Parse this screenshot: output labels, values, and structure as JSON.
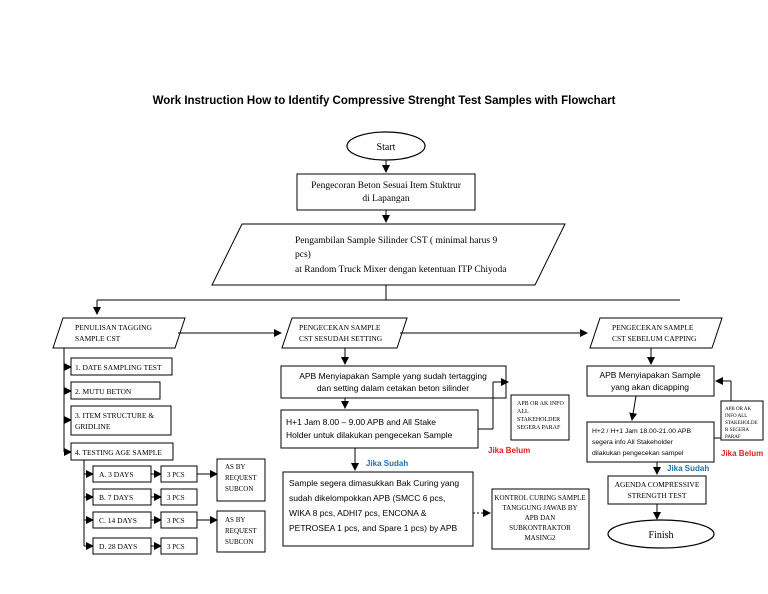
{
  "title": "Work Instruction How to Identify Compressive Strenght Test Samples with Flowchart",
  "start": "Start",
  "finish": "Finish",
  "step1": [
    "Pengecoran Beton Sesuai Item Stuktrur",
    "di Lapangan"
  ],
  "step2": [
    "Pengambilan Sample Silinder CST ( minimal harus 9",
    "pcs)",
    "at Random Truck Mixer dengan ketentuan ITP Chiyoda"
  ],
  "left": {
    "header": [
      "PENULISAN TAGGING",
      "SAMPLE CST"
    ],
    "items": [
      "1. DATE SAMPLING TEST",
      "2. MUTU BETON",
      "3. ITEM STRUCTURE &",
      "GRIDLINE",
      "4. TESTING AGE SAMPLE"
    ],
    "ages": [
      "A. 3 DAYS",
      "B. 7 DAYS",
      "C. 14 DAYS",
      "D. 28 DAYS"
    ],
    "pcs": [
      "3 PCS",
      "3 PCS",
      "3 PCS",
      "3 PCS"
    ],
    "request": [
      "AS BY",
      "REQUEST",
      "SUBCON"
    ]
  },
  "middle": {
    "header": [
      "PENGECEKAN SAMPLE",
      "CST SESUDAH SETTING"
    ],
    "box1": [
      "APB Menyiapakan Sample yang sudah tertagging",
      "dan setting dalam cetakan beton silinder"
    ],
    "box2": [
      "H+1 Jam 8.00 – 9.00 APB and All Stake",
      "Holder untuk dilakukan pengecekan Sample"
    ],
    "note": [
      "APB OR AK INFO",
      "ALL",
      "STAKEHOLDER",
      "SEGERA PARAF"
    ],
    "yes": "Jika Sudah",
    "no": "Jika Belum",
    "box3": [
      "Sample segera dimasukkan Bak Curing yang",
      "sudah dikelompokkan APB (SMCC 6 pcs,",
      "WIKA 8 pcs, ADHI7 pcs, ENCONA &",
      "PETROSEA 1 pcs, and Spare 1 pcs) by APB"
    ],
    "kontrol": [
      "KONTROL CURING SAMPLE",
      "TANGGUNG JAWAB BY",
      "APB DAN",
      "SUBKONTRAKTOR",
      "MASING2"
    ]
  },
  "right": {
    "header": [
      "PENGECEKAN SAMPLE",
      "CST SEBELUM CAPPING"
    ],
    "box1": [
      "APB Menyiapakan Sample",
      "yang akan dicapping"
    ],
    "box2": [
      "H+2 / H+1 Jam 18.00-21.00 APB",
      "segera info All Stakeholder",
      "dilakukan pengecekan sampel"
    ],
    "note": [
      "APB OR AK",
      "INFO ALL",
      "STAKEHOLDE",
      "R SEGERA",
      "PARAF"
    ],
    "yes": "Jika Sudah",
    "no": "Jika Belum",
    "agenda": [
      "AGENDA COMPRESSIVE",
      "STRENGTH TEST"
    ]
  },
  "colors": {
    "line": "#000000",
    "yes": "#1f6fb2",
    "no": "#e02020"
  }
}
